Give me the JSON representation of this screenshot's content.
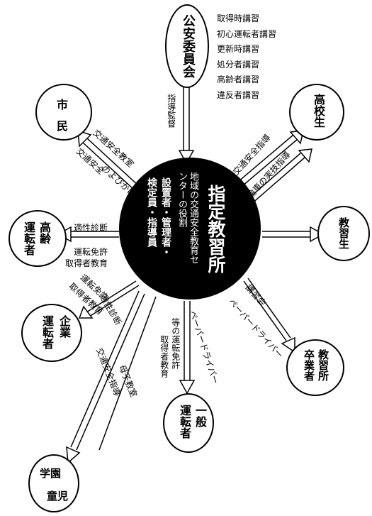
{
  "center": {
    "title": "指定教習所",
    "role_line1": "地域の交通安全教育セ",
    "role_line2": "ンターの役割",
    "staff_line1": "設置者・管理者・",
    "staff_line2": "検定員・指導員"
  },
  "nodes": {
    "public_safety": "公安委員会",
    "citizens_a": "市",
    "citizens_b": "民",
    "highschool": "高校生",
    "student": "教習生",
    "elderly_a": "高齢",
    "elderly_b": "運転者",
    "company_a": "企業",
    "company_b": "運転者",
    "graduates_a": "教習所",
    "graduates_b": "卒業者",
    "general_a": "一般",
    "general_b": "運転者",
    "children_a": "学園",
    "children_b": "童児"
  },
  "courses": [
    "取得時講習",
    "初心運転者講習",
    "更新時講習",
    "処分者講習",
    "高齢者講習",
    "違反者講習"
  ],
  "labels": {
    "supervision": "指導監督",
    "citizens_a": "交通安全教室",
    "citizens_b": "のよびかけ",
    "citizens_c": "交通安全",
    "hs_a": "交通安全指導",
    "hs_b": "二輪車の実技指導",
    "aptitude": "適性診断",
    "elderly_edu_a": "運転免許",
    "elderly_edu_b": "取得者教育",
    "company_edu_a": "運転免許",
    "company_edu_b": "取得者教育",
    "company_apt": "適性診断",
    "grad_a": "講習会",
    "grad_b": "ペーパードライバー",
    "general_edu_a": "等の運転免許",
    "general_edu_b": "取得者教育",
    "paper_driver": "ペーパードライバー",
    "children_a": "交通安全指導",
    "children_b": "母子教室"
  }
}
